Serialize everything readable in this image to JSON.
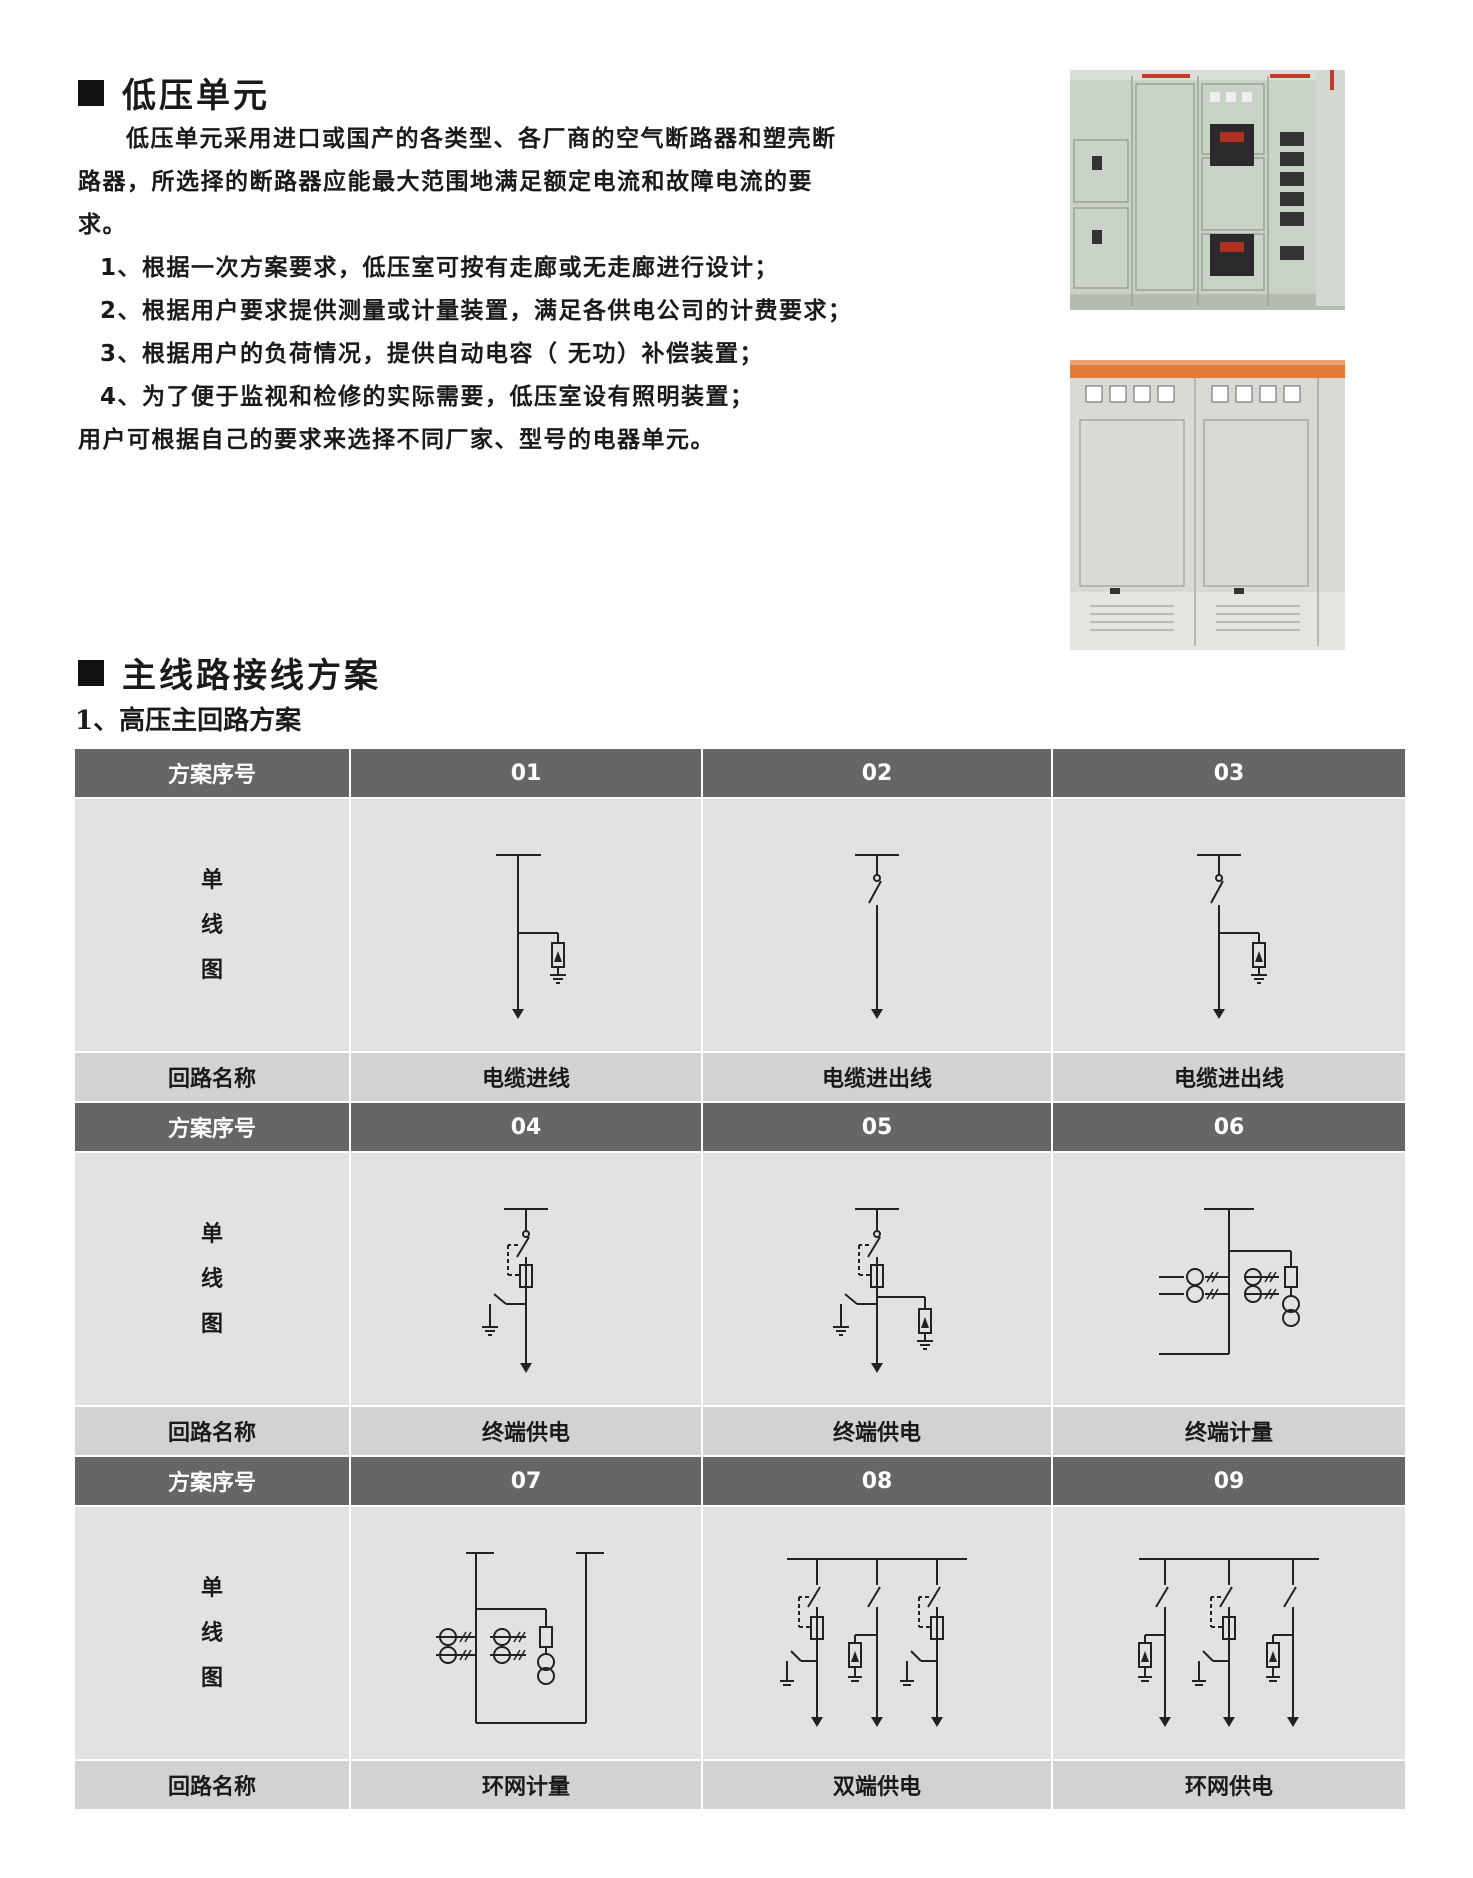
{
  "section1": {
    "title": "低压单元",
    "intro": "低压单元采用进口或国产的各类型、各厂商的空气断路器和塑壳断路器，所选择的断路器应能最大范围地满足额定电流和故障电流的要求。",
    "items": [
      "1、根据一次方案要求，低压室可按有走廊或无走廊进行设计；",
      "2、根据用户要求提供测量或计量装置，满足各供电公司的计费要求；",
      "3、根据用户的负荷情况，提供自动电容（ 无功）补偿装置；",
      "4、为了便于监视和检修的实际需要，低压室设有照明装置；"
    ],
    "closing": "用户可根据自己的要求来选择不同厂家、型号的电器单元。"
  },
  "section2": {
    "title": "主线路接线方案",
    "subtitle": "1、高压主回路方案"
  },
  "table": {
    "labels": {
      "scheme_no": "方案序号",
      "diagram": [
        "单",
        "线",
        "图"
      ],
      "circuit_name": "回路名称"
    },
    "groups": [
      {
        "nums": [
          "01",
          "02",
          "03"
        ],
        "names": [
          "电缆进线",
          "电缆进出线",
          "电缆进出线"
        ]
      },
      {
        "nums": [
          "04",
          "05",
          "06"
        ],
        "names": [
          "终端供电",
          "终端供电",
          "终端计量"
        ]
      },
      {
        "nums": [
          "07",
          "08",
          "09"
        ],
        "names": [
          "环网计量",
          "双端供电",
          "环网供电"
        ]
      }
    ]
  }
}
